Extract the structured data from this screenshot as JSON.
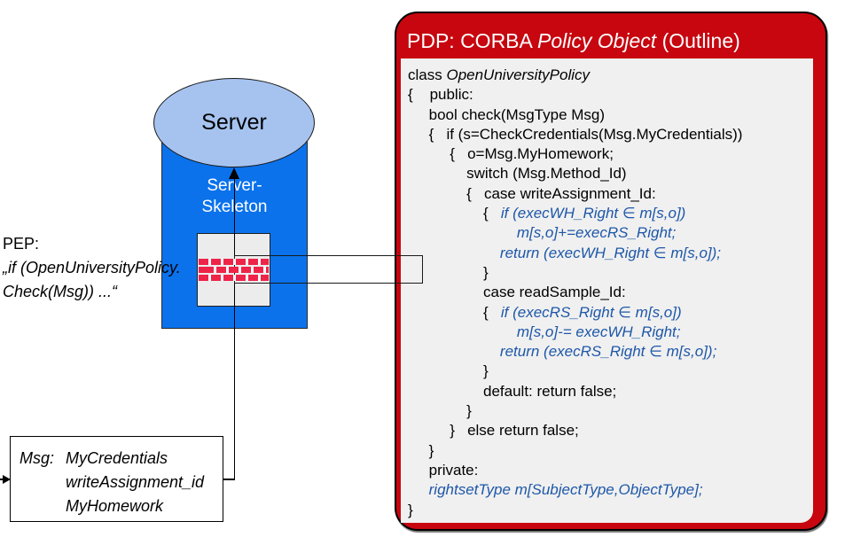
{
  "pep": {
    "label": "PEP:",
    "quote_line1": "„if (OpenUniversityPolicy.",
    "quote_line2": "Check(Msg)) ...“"
  },
  "server": {
    "label": "Server",
    "skeleton_line1": "Server-",
    "skeleton_line2": "Skeleton"
  },
  "msg_box": {
    "label": "Msg:",
    "lines": [
      "MyCredentials",
      "writeAssignment_id",
      "MyHomework"
    ]
  },
  "pdp": {
    "title": {
      "prefix": "PDP: CORBA ",
      "italic": "Policy Object",
      "suffix": " (Outline)"
    },
    "code_lines": [
      [
        {
          "t": "class ",
          "s": "n"
        },
        {
          "t": "OpenUniversityPolicy",
          "s": "i"
        }
      ],
      [
        {
          "t": "{    public:",
          "s": "n"
        }
      ],
      [
        {
          "t": "     bool check(MsgType Msg)",
          "s": "n"
        }
      ],
      [
        {
          "t": "     {   if (s=CheckCredentials(Msg.MyCredentials))",
          "s": "n"
        }
      ],
      [
        {
          "t": "          {   o=Msg.MyHomework;",
          "s": "n"
        }
      ],
      [
        {
          "t": "              switch (Msg.Method_Id)",
          "s": "n"
        }
      ],
      [
        {
          "t": "              {   case writeAssignment_Id:",
          "s": "n"
        }
      ],
      [
        {
          "t": "                  {   ",
          "s": "n"
        },
        {
          "t": "if (execWH_Right ∈ m[s,o])",
          "s": "b"
        }
      ],
      [
        {
          "t": "                          ",
          "s": "n"
        },
        {
          "t": "m[s,o]+=execRS_Right;",
          "s": "b"
        }
      ],
      [
        {
          "t": "                      ",
          "s": "n"
        },
        {
          "t": "return (execWH_Right ∈ m[s,o]);",
          "s": "b"
        }
      ],
      [
        {
          "t": "                  }",
          "s": "n"
        }
      ],
      [
        {
          "t": "                  case readSample_Id:",
          "s": "n"
        }
      ],
      [
        {
          "t": "                  {   ",
          "s": "n"
        },
        {
          "t": "if (execRS_Right ∈ m[s,o])",
          "s": "b"
        }
      ],
      [
        {
          "t": "                          ",
          "s": "n"
        },
        {
          "t": "m[s,o]-= execWH_Right;",
          "s": "b"
        }
      ],
      [
        {
          "t": "                      ",
          "s": "n"
        },
        {
          "t": "return (execRS_Right ∈ m[s,o]);",
          "s": "b"
        }
      ],
      [
        {
          "t": "                  }",
          "s": "n"
        }
      ],
      [
        {
          "t": "                  default: return false;",
          "s": "n"
        }
      ],
      [
        {
          "t": "              }",
          "s": "n"
        }
      ],
      [
        {
          "t": "          }   else return false;",
          "s": "n"
        }
      ],
      [
        {
          "t": "     }",
          "s": "n"
        }
      ],
      [
        {
          "t": "     private:",
          "s": "n"
        }
      ],
      [
        {
          "t": "     ",
          "s": "n"
        },
        {
          "t": "rightsetType m[SubjectType,ObjectType];",
          "s": "b"
        }
      ],
      [
        {
          "t": "}",
          "s": "n"
        }
      ]
    ]
  },
  "colors": {
    "pdp_red": "#c7060f",
    "server_blue": "#0b72ec",
    "ellipse_blue": "#a6c3f0",
    "code_blue": "#1d57a8",
    "brick_red": "#ee2449",
    "panel_gray": "#f0f0f0"
  }
}
